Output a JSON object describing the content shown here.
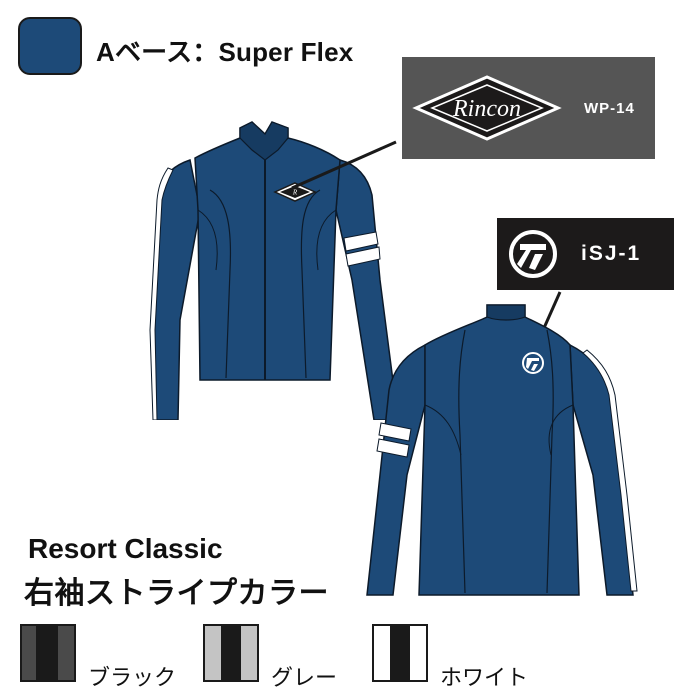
{
  "colors": {
    "navy": "#1d4a78",
    "navy_dark": "#163b61",
    "seam": "#0c1a2a",
    "label_gray": "#555555",
    "label_black": "#1c1a1a",
    "stripe_white": "#ffffff",
    "stripe_black": "#1a1a1a",
    "swatch_black_outer": "#4a4a4a",
    "swatch_gray_outer": "#c4c4c4",
    "swatch_white_outer": "#ffffff"
  },
  "base": {
    "label": "Aベース：Super Flex"
  },
  "logos": {
    "rincon": {
      "text": "Rincon",
      "code": "WP-14"
    },
    "isj": {
      "code": "iSJ-1"
    }
  },
  "model": {
    "title": "Resort Classic",
    "stripe_heading": "右袖ストライプカラー"
  },
  "stripe_options": [
    {
      "label": "ブラック",
      "outer": "#4a4a4a"
    },
    {
      "label": "グレー",
      "outer": "#c4c4c4"
    },
    {
      "label": "ホワイト",
      "outer": "#ffffff"
    }
  ]
}
